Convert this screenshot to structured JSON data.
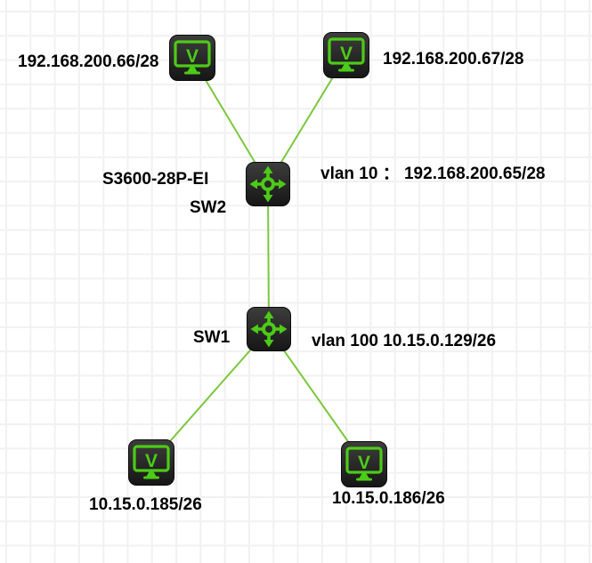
{
  "diagram": {
    "host_icon_letter": "V",
    "nodes": {
      "host_top_left": {
        "label": "192.168.200.66/28"
      },
      "host_top_right": {
        "label": "192.168.200.67/28"
      },
      "sw2": {
        "model": "S3600-28P-EI",
        "name": "SW2",
        "vlan": "vlan 10 ： 192.168.200.65/28"
      },
      "sw1": {
        "name": "SW1",
        "vlan": "vlan 100  10.15.0.129/26"
      },
      "host_bottom_left": {
        "label": "10.15.0.185/26"
      },
      "host_bottom_right": {
        "label": "10.15.0.186/26"
      }
    },
    "colors": {
      "link": "#7cc63e",
      "icon_green": "#4ccb17",
      "icon_body_dark": "#161616",
      "icon_body_light": "#3d3d3d",
      "grid_line": "#f1f1f1",
      "canvas_bg": "#ffffff",
      "label_text": "#000000"
    }
  }
}
